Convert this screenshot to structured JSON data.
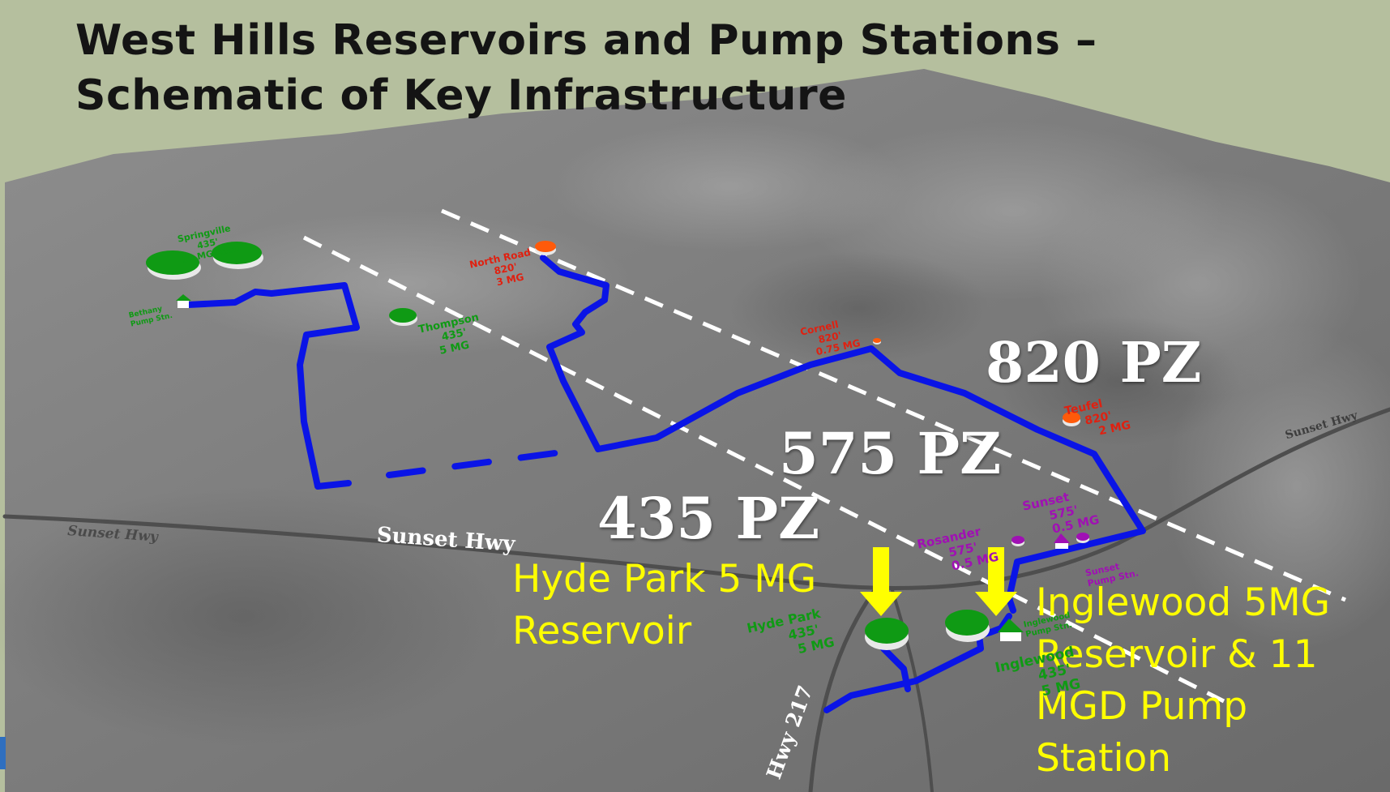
{
  "title": {
    "line1": "West Hills Reservoirs and Pump Stations –",
    "line2": "Schematic of Key Infrastructure"
  },
  "pressure_zones": [
    {
      "label": "820 PZ"
    },
    {
      "label": "575 PZ"
    },
    {
      "label": "435 PZ"
    }
  ],
  "callouts": {
    "hyde_park": {
      "line1": "Hyde Park 5 MG",
      "line2": "Reservoir"
    },
    "inglewood": {
      "line1": "Inglewood 5MG",
      "line2": "Reservoir & 11",
      "line3": "MGD Pump",
      "line4": "Station"
    }
  },
  "roads": {
    "sunset_hwy_center": "Sunset Hwy",
    "sunset_hwy_west": "Sunset Hwy",
    "sunset_hwy_east": "Sunset Hwy",
    "hwy_217": "Hwy 217"
  },
  "facility_labels": {
    "springville": {
      "name": "Springville",
      "elev": "435'",
      "cap": "10 MG each"
    },
    "bethany": {
      "name": "Bethany",
      "sub": "Pump Stn."
    },
    "thompson": {
      "name": "Thompson",
      "elev": "435'",
      "cap": "5 MG"
    },
    "north_road": {
      "name": "North Road",
      "elev": "820'",
      "cap": "3 MG"
    },
    "cornell": {
      "name": "Cornell",
      "elev": "820'",
      "cap": "0.75 MG"
    },
    "teufel": {
      "name": "Teufel",
      "elev": "820'",
      "cap": "2 MG"
    },
    "rosander": {
      "name": "Rosander",
      "elev": "575'",
      "cap": "0.5 MG"
    },
    "sunset": {
      "name": "Sunset",
      "elev": "575'",
      "cap": "0.5 MG"
    },
    "sunset_pump": {
      "name": "Sunset",
      "sub": "Pump Stn."
    },
    "hyde_park_small": {
      "name": "Hyde Park",
      "elev": "435'",
      "cap": "5 MG"
    },
    "inglewood_pump": {
      "name": "Inglewood",
      "sub": "Pump Stn."
    },
    "inglewood_small": {
      "name": "Inglewood",
      "elev": "435'",
      "cap": "5 MG"
    }
  },
  "colors": {
    "background": "#b5bf9e",
    "pipeline": "#0a14e6",
    "zone_boundary": "#ffffff",
    "reservoir_435": "#0f9a14",
    "reservoir_820": "#ff5a0a",
    "reservoir_575": "#a010b4",
    "callout_text": "#ffff00",
    "title_text": "#141414"
  }
}
